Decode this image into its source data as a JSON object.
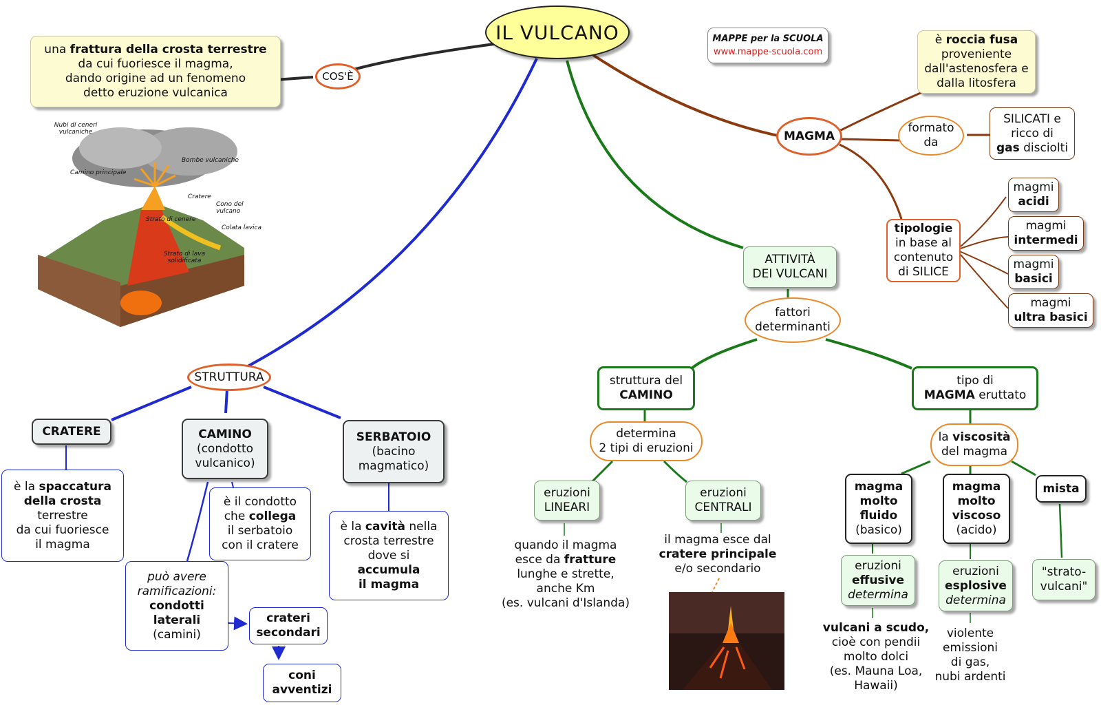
{
  "title": "IL VULCANO",
  "brand": {
    "line1": "MAPPE per la SCUOLA",
    "line2": "www.mappe-scuola.com"
  },
  "cose": {
    "label": "COS'È",
    "def_pre": "una ",
    "def_bold": "frattura della crosta terrestre",
    "def_rest1": "da cui fuoriesce il magma,",
    "def_rest2": "dando origine ad un fenomeno",
    "def_rest3": "detto eruzione vulcanica"
  },
  "illustration": {
    "labels": [
      "Nubi di ceneri vulcaniche",
      "Bombe vulcaniche",
      "Camino principale",
      "Cratere",
      "Cono del vulcano",
      "Strato di cenere",
      "Colata lavica",
      "Strato di lava solidificata"
    ]
  },
  "magma": {
    "label": "MAGMA",
    "def_pre": "è ",
    "def_bold": "roccia fusa",
    "def_l2": "proveniente",
    "def_l3": "dall'astenosfera e",
    "def_l4": "dalla litosfera",
    "formato": {
      "l1": "formato",
      "l2": "da"
    },
    "silicati": {
      "l1": "SILICATI e",
      "l2": "ricco di",
      "l3_bold": "gas",
      "l3_rest": " disciolti"
    },
    "tipologie": {
      "bold": "tipologie",
      "l2": "in base al",
      "l3": "contenuto",
      "l4": "di SILICE"
    },
    "types": [
      {
        "l1": "magmi",
        "l2": "acidi"
      },
      {
        "l1": "magmi",
        "l2": "intermedi"
      },
      {
        "l1": "magmi",
        "l2": "basici"
      },
      {
        "l1": "magmi",
        "l2": "ultra basici"
      }
    ]
  },
  "struttura": {
    "label": "STRUTTURA",
    "cratere": {
      "title": "CRATERE",
      "d_pre": "è la ",
      "d_bold1": "spaccatura",
      "d_bold2": "della crosta",
      "d_l3": "terrestre",
      "d_l4": "da cui fuoriesce",
      "d_l5": "il magma"
    },
    "camino": {
      "title": "CAMINO",
      "l2": "(condotto",
      "l3": "vulcanico)",
      "d_l1": "è il condotto",
      "d_pre": "che ",
      "d_bold": "collega",
      "d_l3": "il serbatoio",
      "d_l4": "con il cratere"
    },
    "serbatoio": {
      "title": "SERBATOIO",
      "l2": "(bacino",
      "l3": "magmatico)",
      "d_pre": "è la ",
      "d_bold": "cavità",
      "d_rest": " nella",
      "d_l2": "crosta terrestre",
      "d_l3": "dove si",
      "d_bold2": "accumula",
      "d_bold3": "il magma"
    },
    "ramificazioni": {
      "it1": "può avere",
      "it2": "ramificazioni:",
      "bold1": "condotti",
      "bold2": "laterali",
      "l5": "(camini)"
    },
    "crateri": {
      "l1": "crateri",
      "l2": "secondari"
    },
    "coni": {
      "l1": "coni",
      "l2": "avventizi"
    }
  },
  "attivita": {
    "label1": "ATTIVITÀ",
    "label2": "DEI VULCANI",
    "fattori": {
      "l1": "fattori",
      "l2": "determinanti"
    },
    "camino": {
      "l1": "struttura del",
      "l2_bold": "CAMINO"
    },
    "determina": {
      "l1": "determina",
      "l2": "2 tipi di eruzioni"
    },
    "lineari": {
      "l1": "eruzioni",
      "l2": "LINEARI",
      "d1": "quando il magma",
      "d2_pre": "esce da ",
      "d2_bold": "fratture",
      "d3": "lunghe e strette,",
      "d4": "anche Km",
      "d5": "(es. vulcani d'Islanda)"
    },
    "centrali": {
      "l1": "eruzioni",
      "l2": "CENTRALI",
      "d1": "il magma esce dal",
      "d2_bold": "cratere principale",
      "d3": "e/o secondario"
    },
    "tipo": {
      "l1": "tipo di",
      "l2_bold": "MAGMA",
      "l2_rest": " eruttato"
    },
    "viscosita": {
      "pre": "la ",
      "bold": "viscosità",
      "l2": "del magma"
    },
    "fluido": {
      "b1": "magma",
      "b2": "molto",
      "b3": "fluido",
      "l4": "(basico)"
    },
    "viscoso": {
      "b1": "magma",
      "b2": "molto",
      "b3": "viscoso",
      "l4": "(acido)"
    },
    "mista": "mista",
    "effusive": {
      "l1": "eruzioni",
      "b2": "effusive",
      "it3": "determina"
    },
    "esplosive": {
      "l1": "eruzioni",
      "b2": "esplosive",
      "it3": "determina"
    },
    "strato": {
      "l1": "\"strato-",
      "l2": "vulcani\""
    },
    "scudo": {
      "b1": "vulcani a scudo,",
      "l2": "cioè con pendii",
      "l3": "molto dolci",
      "l4": "(es. Mauna Loa,",
      "l5": "Hawaii)"
    },
    "violente": {
      "l1": "violente",
      "l2": "emissioni",
      "l3": "di gas,",
      "l4": "nubi ardenti"
    }
  },
  "colors": {
    "blue": "#1f2bd0",
    "green": "#1a7a1a",
    "brown": "#8b3a10",
    "black": "#2a2a2a",
    "title_bg": "#ffff99",
    "oval_red": "#e0602a"
  }
}
